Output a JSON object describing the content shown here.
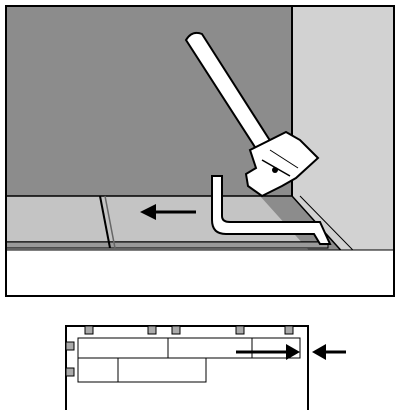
{
  "illustration": {
    "colors": {
      "wall": "#8c8c8c",
      "floor": "#c4c4c4",
      "side_wall": "#d2d2d2",
      "baseboard": "#7e7e7e",
      "outline": "#000000",
      "white": "#ffffff"
    },
    "tools": [
      "hammer-icon",
      "pull-bar-icon"
    ],
    "arrow_direction": "left"
  },
  "plan_view": {
    "arrow_directions": [
      "right",
      "left"
    ],
    "spacer_count": 7
  }
}
